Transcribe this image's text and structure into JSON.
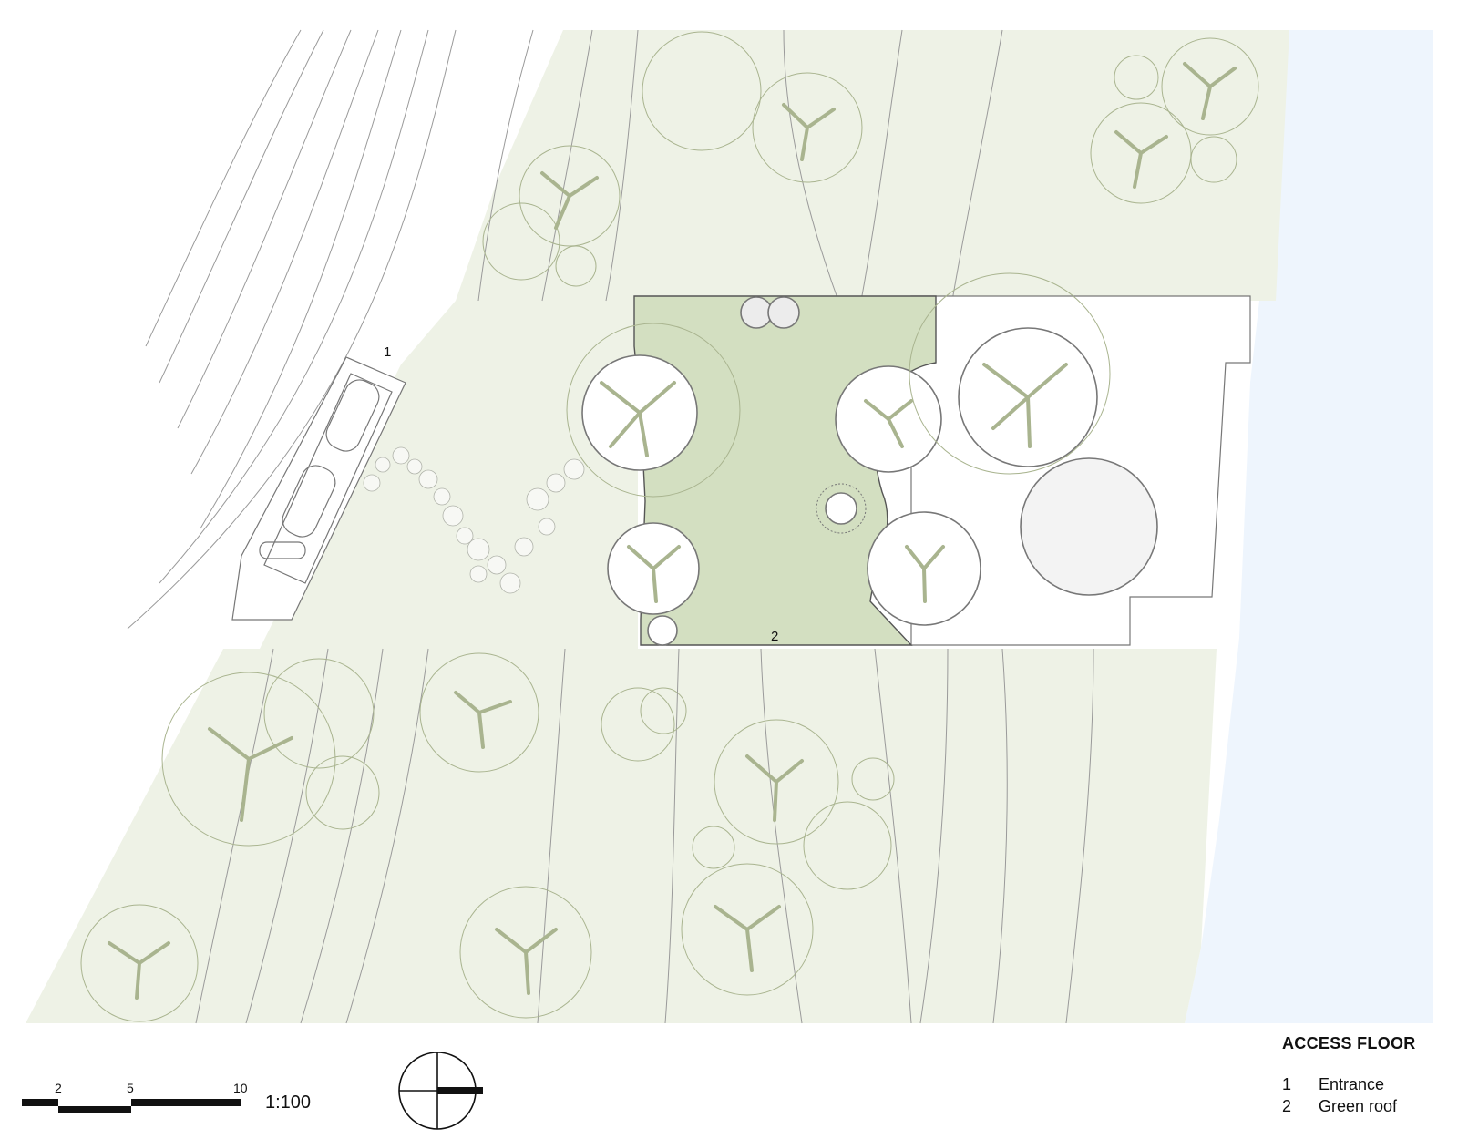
{
  "plan": {
    "callouts": [
      {
        "id": "entrance",
        "label": "1"
      },
      {
        "id": "green_roof",
        "label": "2"
      }
    ]
  },
  "legend": {
    "title": "ACCESS FLOOR",
    "items": [
      {
        "number": "1",
        "label": "Entrance"
      },
      {
        "number": "2",
        "label": "Green roof"
      }
    ]
  },
  "scale_bar": {
    "ticks": [
      "2",
      "5",
      "10"
    ],
    "ratio": "1:100"
  },
  "north_arrow": {
    "icon": "north-arrow-icon"
  },
  "colors": {
    "terrain": "#eef2e6",
    "green_roof": "#d3dfc1",
    "tree_canopy": "#a9b48f",
    "water": "#eef5fd",
    "linework": "#8a8a8a"
  }
}
